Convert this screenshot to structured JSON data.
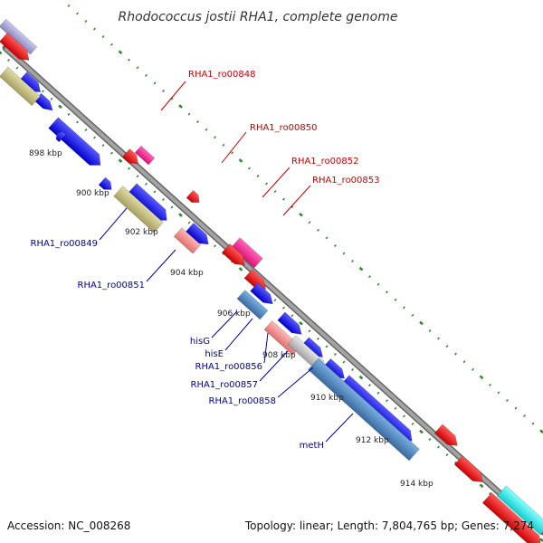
{
  "title": "Rhodococcus jostii RHA1, complete genome",
  "accession": "Accession: NC_008268",
  "topology": "Topology: linear; Length: 7,804,765 bp; Genes: 7,274",
  "ticks": [
    {
      "label": "898 kbp"
    },
    {
      "label": "900 kbp"
    },
    {
      "label": "902 kbp"
    },
    {
      "label": "904 kbp"
    },
    {
      "label": "906 kbp"
    },
    {
      "label": "908 kbp"
    },
    {
      "label": "910 kbp"
    },
    {
      "label": "912 kbp"
    },
    {
      "label": "914 kbp"
    }
  ],
  "forward_labels": [
    {
      "text": "RHA1_ro00848"
    },
    {
      "text": "RHA1_ro00850"
    },
    {
      "text": "RHA1_ro00852"
    },
    {
      "text": "RHA1_ro00853"
    }
  ],
  "reverse_labels": [
    {
      "text": "RHA1_ro00849"
    },
    {
      "text": "RHA1_ro00851"
    },
    {
      "text": "hisG"
    },
    {
      "text": "hisE"
    },
    {
      "text": "RHA1_ro00856"
    },
    {
      "text": "RHA1_ro00857"
    },
    {
      "text": "RHA1_ro00858"
    },
    {
      "text": "metH"
    }
  ],
  "colors": {
    "backbone": "#8c8c8c",
    "dots": "#2e8b2e",
    "forward_label": "#cc0000",
    "reverse_label": "#0000aa",
    "blue": "#1a1aee",
    "red": "#ee1111",
    "olive": "#c8c080",
    "pink": "#f09090",
    "magenta": "#ff3399",
    "steel": "#4f86c0",
    "cyan": "#22eeee",
    "grey": "#c0c0c0"
  }
}
